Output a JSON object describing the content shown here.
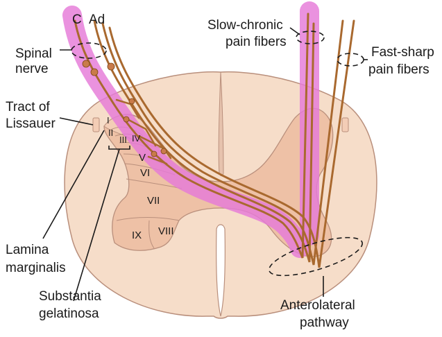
{
  "labels": {
    "fiber_c": "C",
    "fiber_ad": "Ad",
    "spinal_nerve_line1": "Spinal",
    "spinal_nerve_line2": "nerve",
    "tract_line1": "Tract of",
    "tract_line2": "Lissauer",
    "slow_line1": "Slow-chronic",
    "slow_line2": "pain fibers",
    "fast_line1": "Fast-sharp",
    "fast_line2": "pain fibers",
    "lamina_marginalis_line1": "Lamina",
    "lamina_marginalis_line2": "marginalis",
    "substantia_line1": "Substantia",
    "substantia_line2": "gelatinosa",
    "anterolateral_line1": "Anterolateral",
    "anterolateral_line2": "pathway"
  },
  "laminae": [
    "I",
    "II",
    "III",
    "IV",
    "V",
    "VI",
    "VII",
    "VIII",
    "IX"
  ],
  "colors": {
    "white_matter": "#f6ddc9",
    "gray_matter": "#eec1a6",
    "outline": "#b98f7c",
    "fiber": "#a9692f",
    "fiber_dark": "#7a4514",
    "highlight": "#e57ad8",
    "text": "#1a1a1a"
  }
}
